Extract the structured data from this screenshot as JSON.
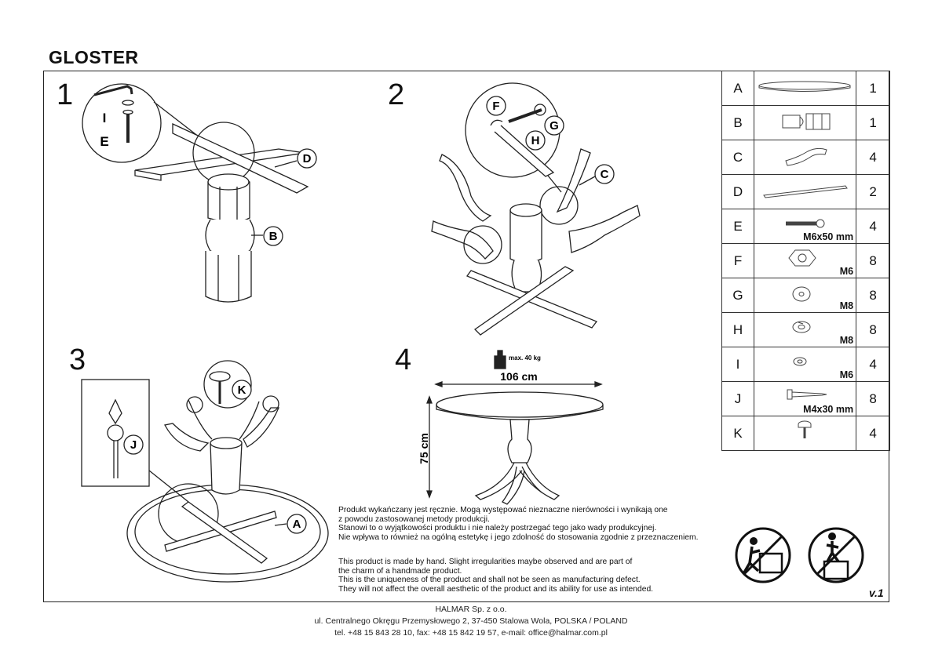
{
  "title": "GLOSTER",
  "steps": [
    "1",
    "2",
    "3",
    "4"
  ],
  "callouts": {
    "step1": [
      "I",
      "E",
      "D",
      "B"
    ],
    "step2": [
      "F",
      "G",
      "H",
      "C"
    ],
    "step3": [
      "K",
      "J",
      "A"
    ]
  },
  "dimensions": {
    "width": "106 cm",
    "height": "75 cm",
    "max_load": "max. 40 kg"
  },
  "parts": [
    {
      "letter": "A",
      "qty": "1",
      "spec": "",
      "icon": "tabletop-icon"
    },
    {
      "letter": "B",
      "qty": "1",
      "spec": "",
      "icon": "pedestal-icon"
    },
    {
      "letter": "C",
      "qty": "4",
      "spec": "",
      "icon": "curved-leg-icon"
    },
    {
      "letter": "D",
      "qty": "2",
      "spec": "",
      "icon": "cross-bar-icon"
    },
    {
      "letter": "E",
      "qty": "4",
      "spec": "M6x50 mm",
      "icon": "bolt-icon"
    },
    {
      "letter": "F",
      "qty": "8",
      "spec": "M6",
      "icon": "nut-icon"
    },
    {
      "letter": "G",
      "qty": "8",
      "spec": "M8",
      "icon": "washer-icon"
    },
    {
      "letter": "H",
      "qty": "8",
      "spec": "M8",
      "icon": "spring-washer-icon"
    },
    {
      "letter": "I",
      "qty": "4",
      "spec": "M6",
      "icon": "small-washer-icon"
    },
    {
      "letter": "J",
      "qty": "8",
      "spec": "M4x30 mm",
      "icon": "screw-icon"
    },
    {
      "letter": "K",
      "qty": "4",
      "spec": "",
      "icon": "glide-icon"
    }
  ],
  "notes": {
    "polish": "Produkt wykańczany jest ręcznie. Mogą występować nieznaczne nierówności i wynikają one\nz powodu zastosowanej metody produkcji.\nStanowi to o wyjątkowości produktu i nie należy postrzegać tego jako wady produkcyjnej.\nNie wpływa to również na ogólną estetykę i jego zdolność do stosowania zgodnie z przeznaczeniem.",
    "english": "This product is made by hand. Slight irregularities maybe observed and are part of\nthe charm of a handmade product.\nThis is the uniqueness of the product and shall not be seen as manufacturing defect.\nThey will not affect the overall aesthetic of the product and its ability for use as intended."
  },
  "version": "v.1",
  "footer": {
    "company": "HALMAR Sp. z o.o.",
    "address": "ul. Centralnego Okręgu Przemysłowego 2, 37-450 Stalowa Wola, POLSKA / POLAND",
    "contact": "tel. +48 15 843 28 10, fax: +48 15 842 19 57, e-mail: office@halmar.com.pl"
  },
  "warning_icons": [
    "no-climbing-icon",
    "no-standing-icon"
  ]
}
